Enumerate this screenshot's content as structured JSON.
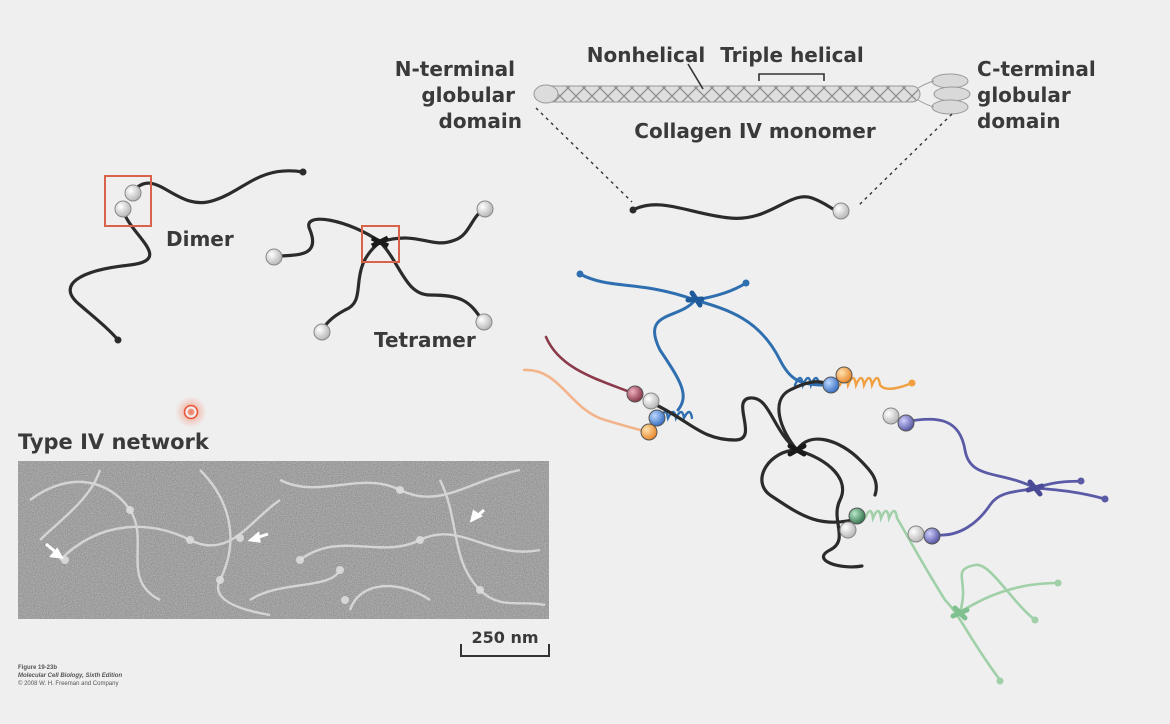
{
  "monomer": {
    "n_terminal": [
      "N-terminal",
      "globular",
      "domain"
    ],
    "c_terminal": [
      "C-terminal",
      "globular",
      "domain"
    ],
    "nonhelical": "Nonhelical",
    "triple_helical": "Triple helical",
    "title": "Collagen IV monomer"
  },
  "assembly": {
    "dimer": "Dimer",
    "tetramer": "Tetramer"
  },
  "network": {
    "title": "Type IV network",
    "scale_bar": "250 nm"
  },
  "credit": {
    "figure": "Figure 19-23b",
    "book": "Molecular Cell Biology, Sixth Edition",
    "copyright": "© 2008 W. H. Freeman and Company"
  },
  "colors": {
    "strand": "#2b2b2b",
    "box": "#d9634a",
    "blue": "#2f6fb0",
    "purple": "#5a5aa6",
    "orange": "#f0a040",
    "green": "#9fd0a8",
    "maroon": "#8a3a4a",
    "peach": "#f2b48a",
    "glow": "#f07050"
  }
}
